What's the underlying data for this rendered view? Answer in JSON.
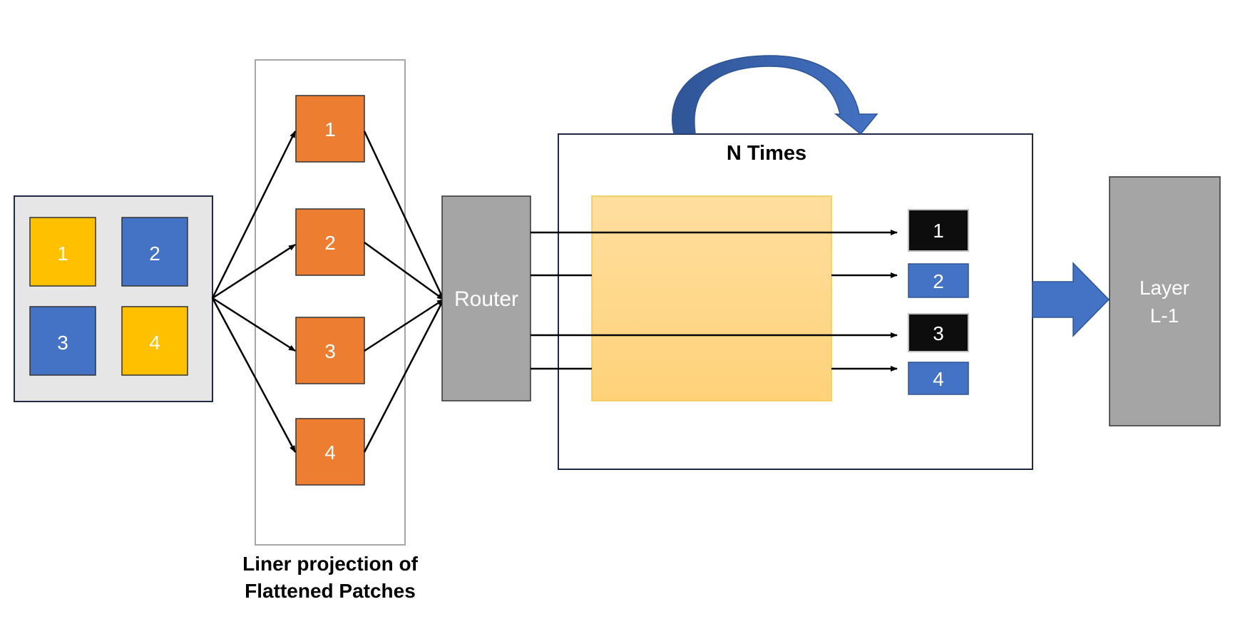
{
  "input_patches": [
    {
      "label": "1",
      "color": "#FFC000"
    },
    {
      "label": "2",
      "color": "#4472C4"
    },
    {
      "label": "3",
      "color": "#4472C4"
    },
    {
      "label": "4",
      "color": "#FFC000"
    }
  ],
  "projection": {
    "patches": [
      "1",
      "2",
      "3",
      "4"
    ],
    "caption_line1": "Liner projection of",
    "caption_line2": "Flattened Patches",
    "patch_color": "#ED7D31"
  },
  "router": {
    "label": "Router",
    "color": "#A5A5A5"
  },
  "loop": {
    "title": "N Times"
  },
  "outputs": [
    {
      "label": "1",
      "color": "#0D0D0D"
    },
    {
      "label": "2",
      "color": "#4472C4"
    },
    {
      "label": "3",
      "color": "#0D0D0D"
    },
    {
      "label": "4",
      "color": "#4472C4"
    }
  ],
  "layer": {
    "line1": "Layer",
    "line2": "L-1",
    "color": "#A5A5A5"
  },
  "colors": {
    "arrow_blue": "#4472C4",
    "expert_fill": "#FFD580",
    "panel_gray": "#E7E6E6",
    "border_navy": "#1F2A44"
  }
}
